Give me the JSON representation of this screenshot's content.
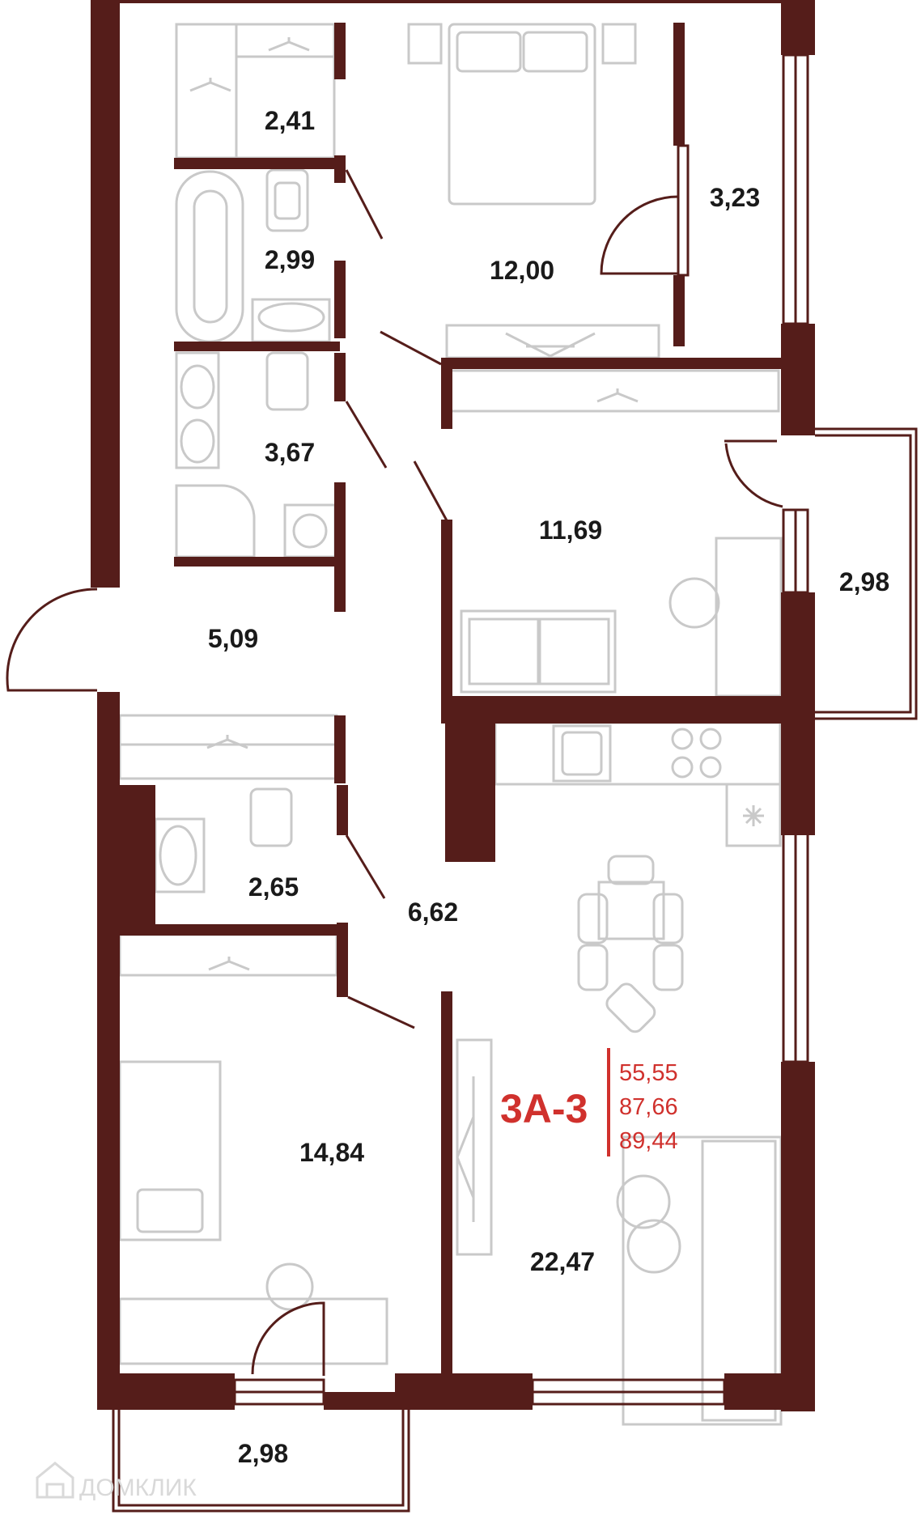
{
  "colors": {
    "wall": "#551d1a",
    "furniture": "#c9c9c9",
    "accent": "#d0312d",
    "text": "#1a1a1a",
    "watermark": "#d9d9d9"
  },
  "unit": {
    "code": "3А-3",
    "areas": [
      "55,55",
      "87,66",
      "89,44"
    ]
  },
  "rooms": {
    "wardrobe_top": "2,41",
    "bathroom_1": "2,99",
    "bathroom_2": "3,67",
    "hall": "5,09",
    "wc": "2,65",
    "corridor": "6,62",
    "bedroom_top": "12,00",
    "dressing_top": "3,23",
    "bedroom_middle": "11,69",
    "balcony_right": "2,98",
    "bedroom_bottom": "14,84",
    "kitchen_living": "22,47",
    "balcony_bottom": "2,98"
  },
  "watermark": {
    "text": "ДОМКЛИК",
    "icon": "house-logo-icon"
  }
}
